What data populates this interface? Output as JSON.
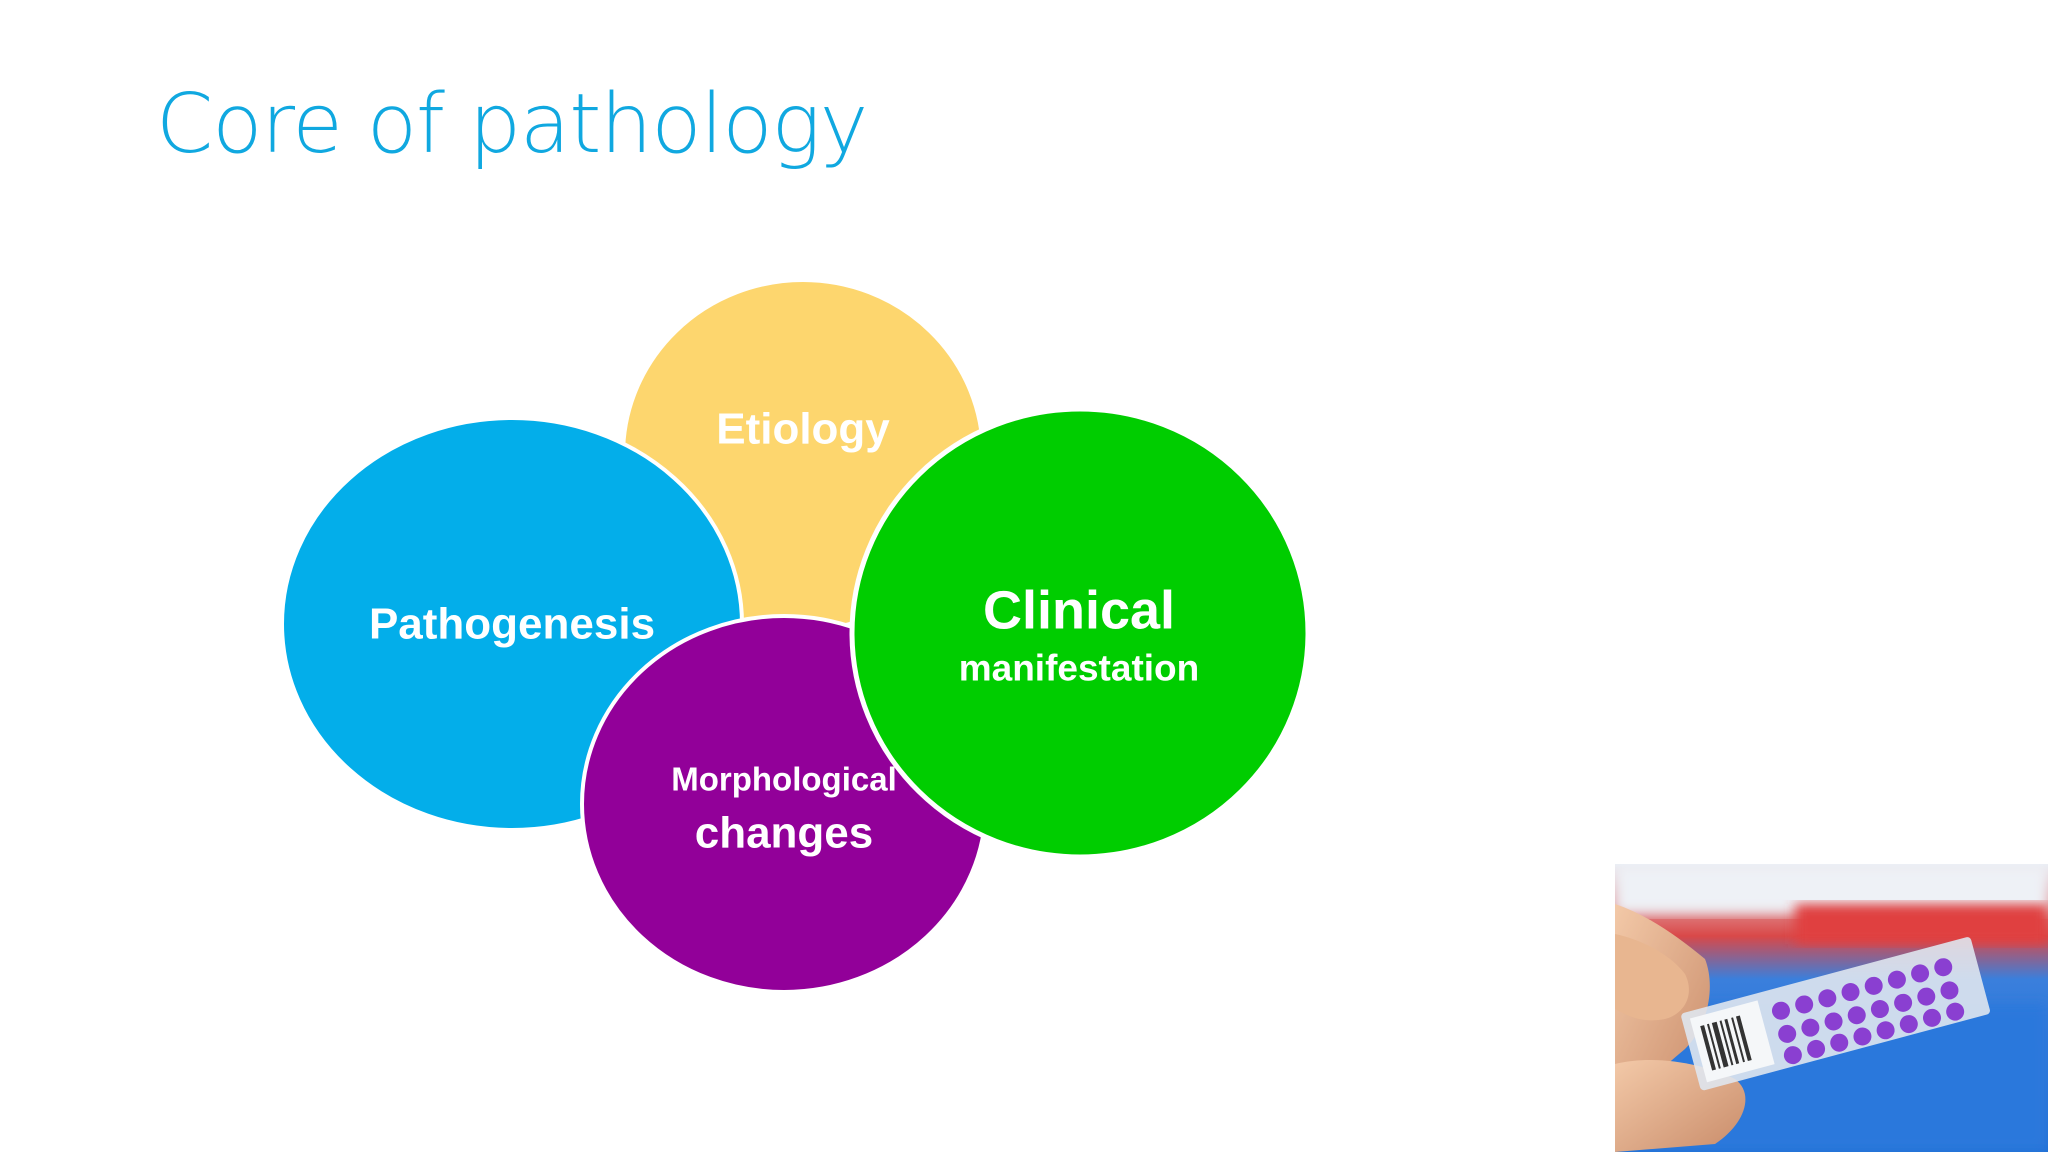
{
  "slide": {
    "title": "Core of pathology"
  },
  "diagram": {
    "circles": [
      {
        "label": "Etiology",
        "color": "#fdd66e"
      },
      {
        "label": "Pathogenesis",
        "color": "#03aeea"
      },
      {
        "label_line1": "Morphological",
        "label_line2": "changes",
        "color": "#920099"
      },
      {
        "label_line1": "Clinical",
        "label_line2": "manifestation",
        "color": "#00cd00"
      }
    ],
    "outline_color": "#ffffff"
  },
  "photo": {
    "icon": "microscope-slide-photo",
    "colors": {
      "background_blue": "#1f73d8",
      "background_red": "#e23c3c",
      "stain": "#8a3fd1"
    }
  }
}
